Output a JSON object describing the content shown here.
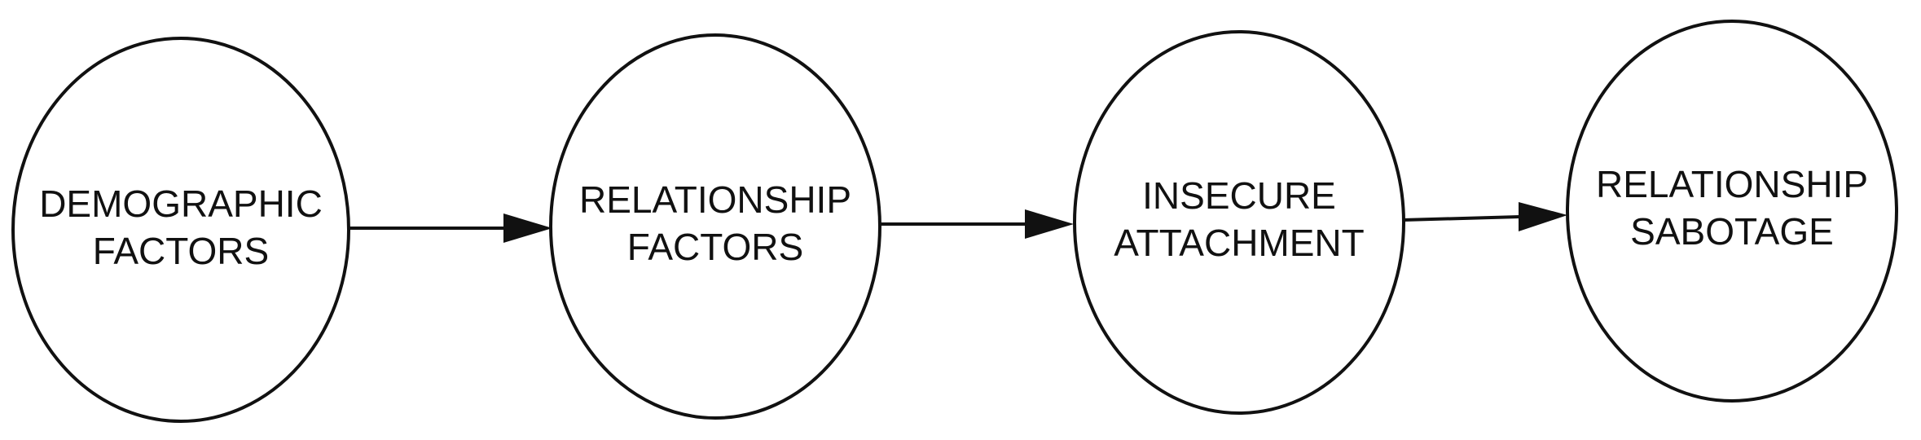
{
  "nodes": [
    {
      "lines": [
        "DEMOGRAPHIC",
        "FACTORS"
      ]
    },
    {
      "lines": [
        "RELATIONSHIP",
        "FACTORS"
      ]
    },
    {
      "lines": [
        "INSECURE",
        "ATTACHMENT"
      ]
    },
    {
      "lines": [
        "RELATIONSHIP",
        "SABOTAGE"
      ]
    }
  ],
  "edges": [
    {
      "from": 0,
      "to": 1
    },
    {
      "from": 1,
      "to": 2
    },
    {
      "from": 2,
      "to": 3
    }
  ]
}
